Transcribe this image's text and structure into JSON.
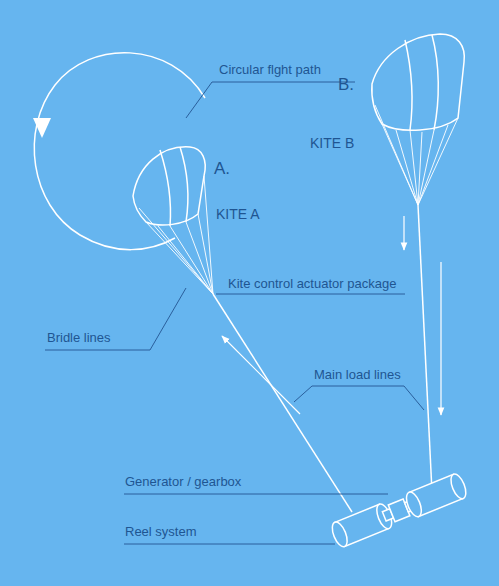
{
  "diagram": {
    "labels": [
      "Circular flght path",
      "B.",
      "KITE B",
      "A.",
      "KITE A",
      "Kite control actuator package",
      "Bridle lines",
      "Main load lines",
      "Generator / gearbox",
      "Reel system"
    ]
  }
}
